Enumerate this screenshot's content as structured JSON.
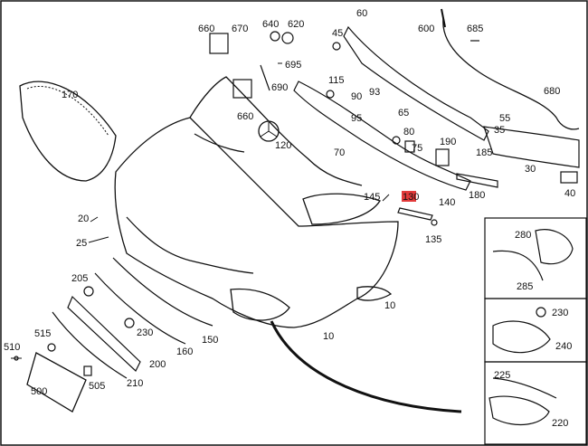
{
  "colors": {
    "line": "#111111",
    "highlight": "#e23a3a",
    "background": "#ffffff"
  },
  "labels": {
    "p660a": "660",
    "p670": "670",
    "p640": "640",
    "p620": "620",
    "p60": "60",
    "p685": "685",
    "p600": "600",
    "p45": "45",
    "p695": "695",
    "p170": "170",
    "p690": "690",
    "p115": "115",
    "p90": "90",
    "p93": "93",
    "p680": "680",
    "p660b": "660",
    "p120": "120",
    "p65": "65",
    "p55": "55",
    "p95": "95",
    "p80": "80",
    "p75": "75",
    "p35": "35",
    "p190": "190",
    "p185": "185",
    "p70": "70",
    "p30": "30",
    "p40": "40",
    "p180": "180",
    "p145": "145",
    "p130": "130",
    "p140": "140",
    "p135": "135",
    "p20": "20",
    "p25": "25",
    "p280": "280",
    "p285": "285",
    "p205": "205",
    "p10a": "10",
    "p230a": "230",
    "p240": "240",
    "p515": "515",
    "p230b": "230",
    "p150": "150",
    "p160": "160",
    "p10b": "10",
    "p510": "510",
    "p200": "200",
    "p505": "505",
    "p210": "210",
    "p500": "500",
    "p225": "225",
    "p220": "220"
  }
}
